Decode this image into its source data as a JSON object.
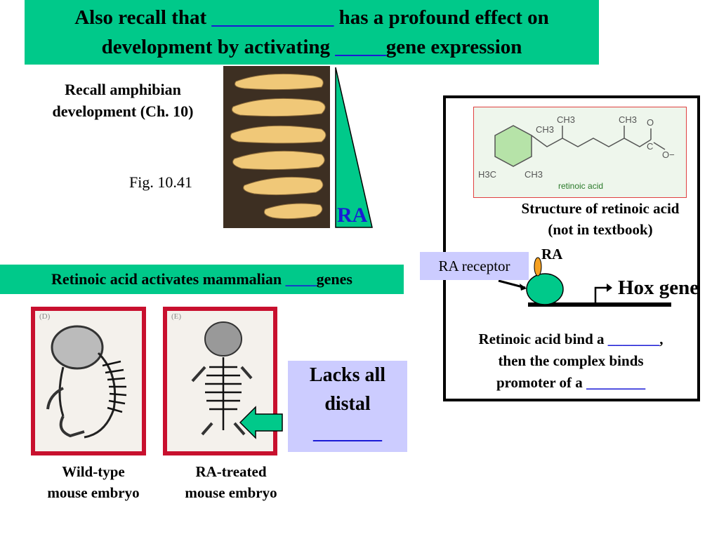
{
  "title": {
    "line1_pre": "Also recall that ",
    "line1_blank": "____________",
    "line1_post": " has a profound effect on",
    "line2_pre": "development by activating ",
    "line2_blank": "_____",
    "line2_post": "gene expression"
  },
  "amphibian": {
    "recall_line1": "Recall amphibian",
    "recall_line2": "development (Ch. 10)",
    "figure_ref": "Fig. 10.41",
    "gradient_label": "RA"
  },
  "mammal": {
    "banner_pre": "Retinoic acid activates mammalian ",
    "banner_blank": "____",
    "banner_post": "genes",
    "panel_d": "(D)",
    "panel_e": "(E)",
    "wt_line1": "Wild-type",
    "wt_line2": "mouse embryo",
    "ra_line1": "RA-treated",
    "ra_line2": "mouse embryo",
    "lacks_line1": "Lacks all",
    "lacks_line2": "distal",
    "lacks_blank": "_______"
  },
  "structure": {
    "chem_labels": {
      "ch3_a": "CH3",
      "ch3_b": "CH3",
      "ch3_c": "CH3",
      "o_top": "O",
      "c": "C",
      "o_minus": "O−",
      "h3c": "H3C",
      "ch3_d": "CH3",
      "name": "retinoic acid"
    },
    "caption_line1": "Structure of retinoic acid",
    "caption_line2": "(not in textbook)"
  },
  "mechanism": {
    "receptor_label": "RA receptor",
    "ra_label": "RA",
    "gene_label": "Hox gene",
    "bind_line1_pre": "Retinoic acid bind a ",
    "bind_line1_blank": "_______",
    "bind_line1_post": ",",
    "bind_line2": "then the complex binds",
    "bind_line3_pre": "promoter of a ",
    "bind_line3_blank": "________"
  },
  "colors": {
    "banner_green": "#00c98a",
    "lavender": "#ccccff",
    "blank_blue": "#1a1ad6",
    "frame_red": "#c8102e"
  }
}
